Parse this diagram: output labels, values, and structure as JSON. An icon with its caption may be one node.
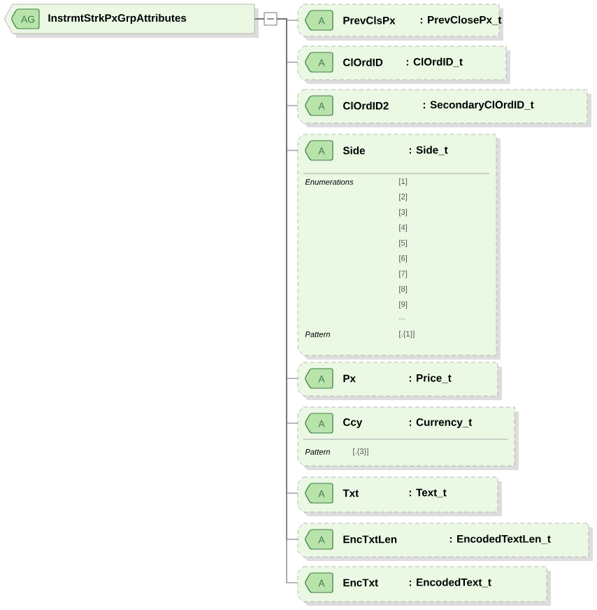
{
  "diagram": {
    "nodes": [
      {
        "text": [
          "AG",
          "InstrmtStrkPxGrpAttributes"
        ]
      },
      {
        "text": [
          "A",
          "PrevClsPx",
          ": PrevClosePx_t"
        ]
      },
      {
        "text": [
          "A",
          "ClOrdID",
          ": ClOrdID_t"
        ]
      },
      {
        "text": [
          "A",
          "ClOrdID2",
          ": SecondaryClOrdID_t"
        ]
      },
      {
        "text": [
          "A",
          "Side",
          ": Side_t",
          "Enumerations",
          "[1]",
          "[2]",
          "[3]",
          "[4]",
          "[5]",
          "[6]",
          "[7]",
          "[8]",
          "[9]",
          "...",
          "Pattern",
          "[.{1}]"
        ]
      },
      {
        "text": [
          "A",
          "Px",
          ": Price_t"
        ]
      },
      {
        "text": [
          "A",
          "Ccy",
          ": Currency_t",
          "Pattern",
          "[.{3}]"
        ]
      },
      {
        "text": [
          "A",
          "Txt",
          ": Text_t"
        ]
      },
      {
        "text": [
          "A",
          "EncTxtLen",
          ": EncodedTextLen_t"
        ]
      },
      {
        "text": [
          "A",
          "EncTxt",
          ": EncodedText_t"
        ]
      }
    ],
    "edges": [
      {
        "from": 0,
        "to": 1,
        "arrow": "none"
      },
      {
        "from": 0,
        "to": 2,
        "arrow": "none"
      },
      {
        "from": 0,
        "to": 3,
        "arrow": "none"
      },
      {
        "from": 0,
        "to": 4,
        "arrow": "none"
      },
      {
        "from": 0,
        "to": 5,
        "arrow": "none"
      },
      {
        "from": 0,
        "to": 6,
        "arrow": "none"
      },
      {
        "from": 0,
        "to": 7,
        "arrow": "none"
      },
      {
        "from": 0,
        "to": 8,
        "arrow": "none"
      },
      {
        "from": 0,
        "to": 9,
        "arrow": "none"
      }
    ]
  }
}
